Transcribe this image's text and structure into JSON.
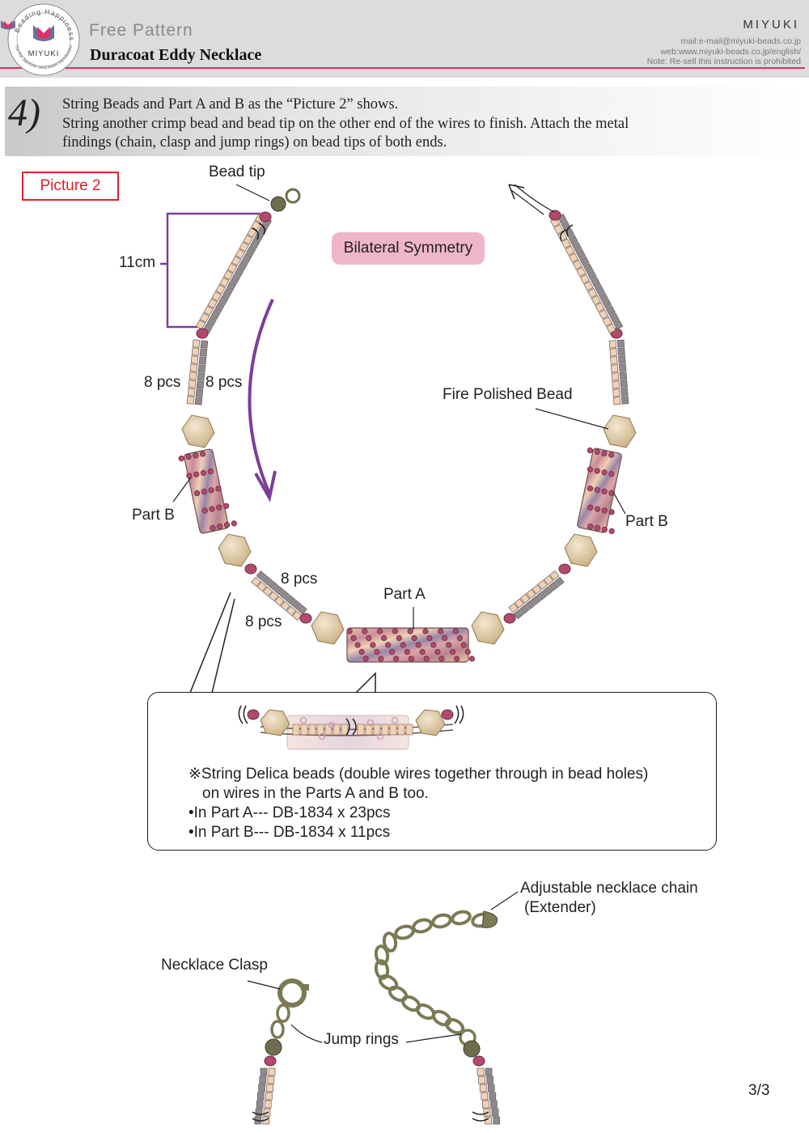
{
  "header": {
    "logo_top": "Beading Happiness",
    "logo_brand": "MIYUKI",
    "logo_bottom": "The first Japanese seed beads manufacturer",
    "free_label": "Free Pattern",
    "title": "Duracoat Eddy Necklace",
    "brand": "MIYUKI",
    "mail": "mail:e-mail@miyuki-beads.co.jp",
    "web": "web:www.miyuki-beads.co.jp/english/",
    "note": "Note: Re-sell this instruction is prohibited"
  },
  "step": {
    "number": "4)",
    "line1": "String Beads and Part A and B as the “Picture 2” shows.",
    "line2": "String another crimp bead and bead tip on the other end of the wires to finish. Attach the metal",
    "line3": "findings (chain, clasp and jump rings) on bead tips of both ends."
  },
  "diagram": {
    "picture_label": "Picture 2",
    "bead_tip": "Bead tip",
    "length": "11cm",
    "symmetry": "Bilateral Symmetry",
    "pcs_left_outer": "8 pcs",
    "pcs_left_inner": "8 pcs",
    "fire_polished": "Fire Polished Bead",
    "part_b_left": "Part B",
    "part_b_right": "Part B",
    "pcs_bottom_upper": "8 pcs",
    "pcs_bottom_lower": "8 pcs",
    "part_a": "Part A"
  },
  "callout": {
    "line1": "※String Delica beads (double wires together through in bead holes)",
    "line2": "on wires in the Parts A and B too.",
    "line3": "•In Part A--- DB-1834 x 23pcs",
    "line4": "•In Part B--- DB-1834 x 11pcs"
  },
  "findings": {
    "chain_line1": "Adjustable necklace chain",
    "chain_line2": "(Extender)",
    "clasp": "Necklace Clasp",
    "jump_rings": "Jump rings"
  },
  "page": "3/3",
  "colors": {
    "accent_red": "#e0202a",
    "pink_line": "#d6336c",
    "arrow_purple": "#7b3f98",
    "symmetry_pink": "#efb6cb",
    "crimp_bead": "#b24a6c",
    "gray_delica": "#8f8a8c",
    "peach_delica": "#f1d2b4",
    "fire_polished": "#d8c7a2",
    "metal": "#7b7a55"
  }
}
